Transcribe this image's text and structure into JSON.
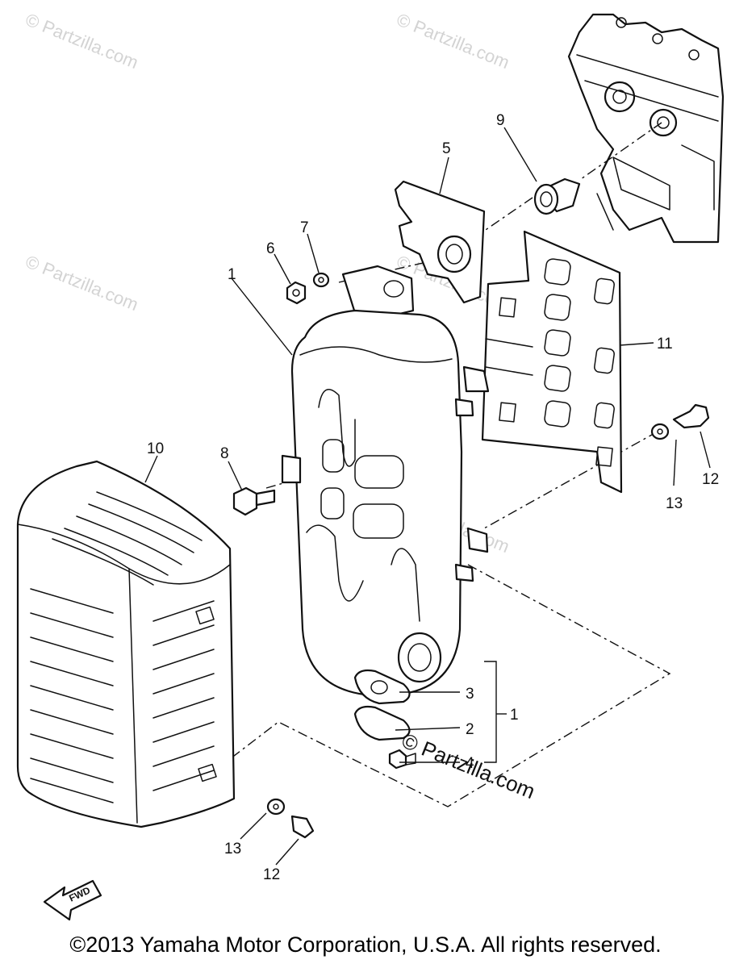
{
  "callouts": {
    "c1_top": "1",
    "c1_side": "1",
    "c2": "2",
    "c3": "3",
    "c4": "4",
    "c5": "5",
    "c6": "6",
    "c7": "7",
    "c8": "8",
    "c9": "9",
    "c10": "10",
    "c11": "11",
    "c12_right": "12",
    "c13_right": "13",
    "c12_bottom": "12",
    "c13_bottom": "13"
  },
  "fwd_label": "FWD",
  "watermark": "© Partzilla.com",
  "watermark_dark": "© Partzilla.com",
  "copyright": "©2013  Yamaha Motor Corporation, U.S.A. All rights reserved."
}
